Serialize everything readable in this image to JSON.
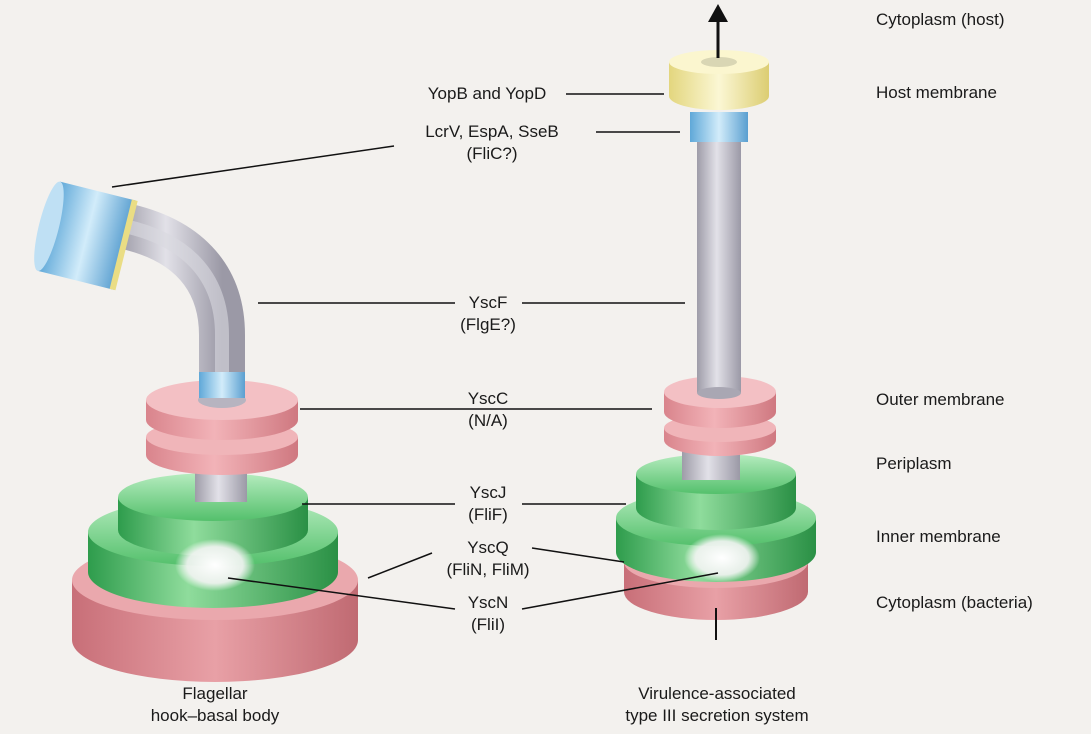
{
  "figure": {
    "protein_labels": [
      {
        "id": "yop",
        "lines": [
          "YopB and YopD"
        ]
      },
      {
        "id": "lcrv",
        "lines": [
          "LcrV, EspA, SseB",
          "(FliC?)"
        ]
      },
      {
        "id": "yscf",
        "lines": [
          "YscF",
          "(FlgE?)"
        ]
      },
      {
        "id": "yscc",
        "lines": [
          "YscC",
          "(N/A)"
        ]
      },
      {
        "id": "yscj",
        "lines": [
          "YscJ",
          "(FliF)"
        ]
      },
      {
        "id": "yscq",
        "lines": [
          "YscQ",
          "(FliN, FliM)"
        ]
      },
      {
        "id": "yscn",
        "lines": [
          "YscN",
          "(FliI)"
        ]
      }
    ],
    "location_labels": [
      "Cytoplasm (host)",
      "Host membrane",
      "Outer membrane",
      "Periplasm",
      "Inner membrane",
      "Cytoplasm (bacteria)"
    ],
    "structure_captions": {
      "flagellar": [
        "Flagellar",
        "hook–basal body"
      ],
      "t3ss": [
        "Virulence-associated",
        "type III secretion system"
      ]
    }
  },
  "colors": {
    "ring_pink": "#e79aa0",
    "ring_green": "#4fbf68",
    "tube_gray": "#c8c6cf",
    "tip_blue": "#8cc4e6",
    "pore_yellow": "#f3ea9c"
  }
}
